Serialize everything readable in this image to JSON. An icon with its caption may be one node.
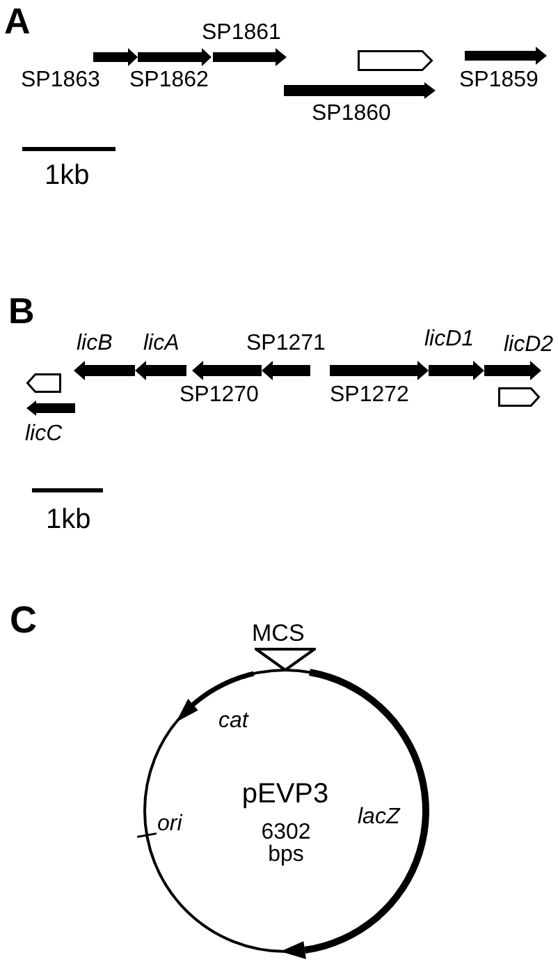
{
  "diagram": {
    "nodes": [
      {
        "text": [],
        "shape": "triangle",
        "beside": [
          "MCS"
        ]
      },
      {
        "text": [
          "pEVP3",
          "6302 bps"
        ]
      }
    ],
    "labels": [
      "A",
      "SP1861",
      "SP1863",
      "SP1862",
      "SP1859",
      "SP1860",
      "1kb",
      "B",
      "licB",
      "licA",
      "SP1271",
      "licD1",
      "licD2",
      "SP1270",
      "SP1272",
      "licC",
      "1kb",
      "C",
      "cat",
      "ori",
      "lacZ"
    ]
  }
}
